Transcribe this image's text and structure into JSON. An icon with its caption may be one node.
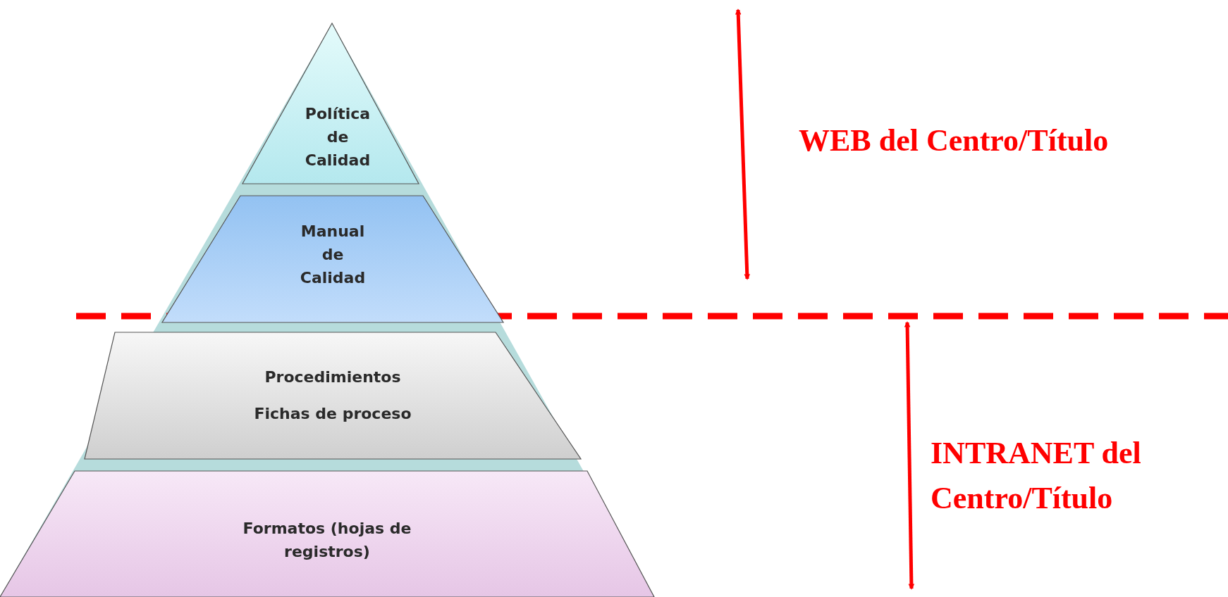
{
  "diagram": {
    "nodes": [
      {
        "text": [
          "Política de Calidad"
        ]
      },
      {
        "text": [
          "Manual de Calidad"
        ]
      },
      {
        "text": [
          "Procedimientos",
          "Fichas de proceso"
        ]
      },
      {
        "text": [
          "Formatos (hojas de registros)"
        ]
      }
    ],
    "edges": [],
    "labels": [
      "WEB del Centro/Título",
      "INTRANET del Centro/Título"
    ]
  }
}
